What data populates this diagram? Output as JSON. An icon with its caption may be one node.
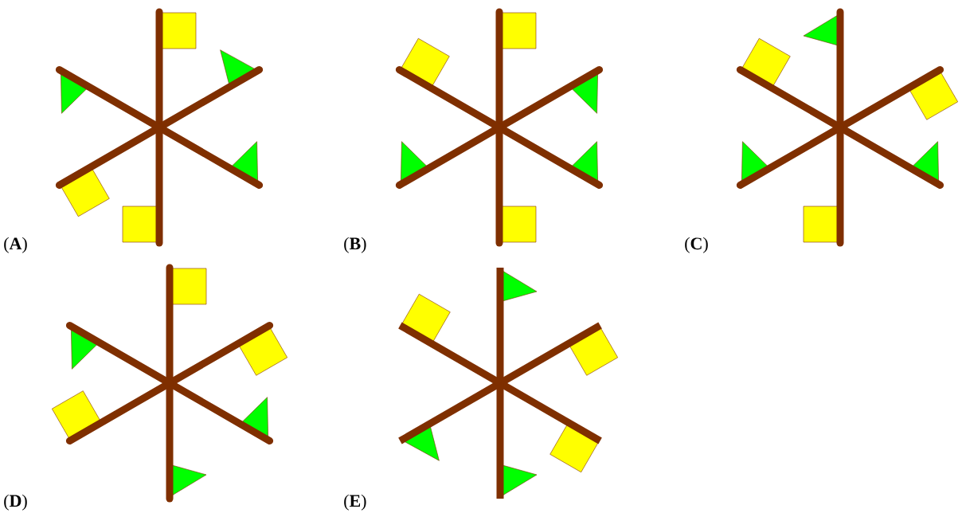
{
  "diagram": {
    "labels": [
      "(**A**)",
      "(**B**)",
      "(**C**)",
      "(**D**)",
      "(**E**)"
    ]
  }
}
